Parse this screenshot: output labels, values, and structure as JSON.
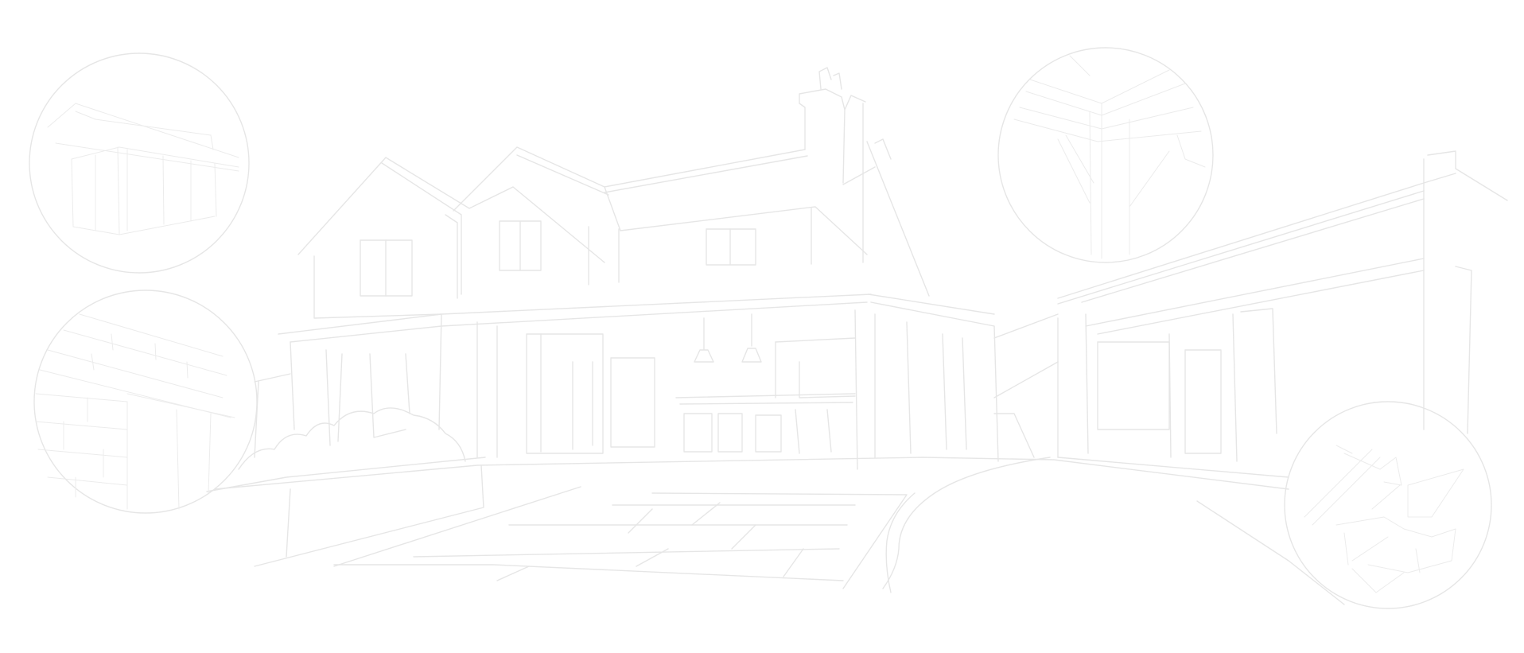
{
  "illustration": {
    "subject": "house-line-drawing",
    "line_color": "#e6e6e6",
    "detail_line_color": "#ececec",
    "background_color": "#ffffff"
  },
  "detail_circles": [
    {
      "name": "roof-eaves-detail"
    },
    {
      "name": "brickwork-detail"
    },
    {
      "name": "roof-truss-detail"
    },
    {
      "name": "tools-detail"
    }
  ]
}
